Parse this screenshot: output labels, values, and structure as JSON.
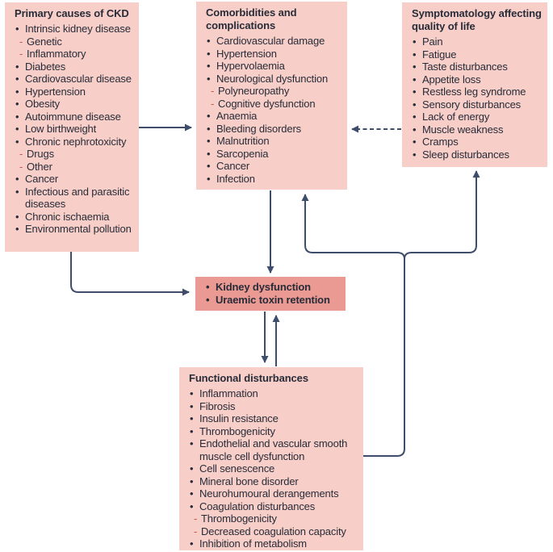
{
  "figure": {
    "colors": {
      "background": "#ffffff",
      "box_fill": "#f8cec8",
      "highlight_box_fill": "#eb9a93",
      "text": "#272c39",
      "arrow": "#3e4d6b",
      "sub_dash": "#c05a52"
    },
    "boxes": {
      "primary_causes": {
        "title": "Primary causes of CKD",
        "items": [
          {
            "text": "Intrinsic kidney disease",
            "level": 1
          },
          {
            "text": "Genetic",
            "level": 2
          },
          {
            "text": "Inflammatory",
            "level": 2
          },
          {
            "text": "Diabetes",
            "level": 1
          },
          {
            "text": "Cardiovascular disease",
            "level": 1
          },
          {
            "text": "Hypertension",
            "level": 1
          },
          {
            "text": "Obesity",
            "level": 1
          },
          {
            "text": "Autoimmune disease",
            "level": 1
          },
          {
            "text": "Low birthweight",
            "level": 1
          },
          {
            "text": "Chronic nephrotoxicity",
            "level": 1
          },
          {
            "text": "Drugs",
            "level": 2
          },
          {
            "text": "Other",
            "level": 2
          },
          {
            "text": "Cancer",
            "level": 1
          },
          {
            "text": "Infectious and parasitic diseases",
            "level": 1
          },
          {
            "text": "Chronic ischaemia",
            "level": 1
          },
          {
            "text": "Environmental pollution",
            "level": 1
          }
        ]
      },
      "comorbidities": {
        "title": "Comorbidities and complications",
        "items": [
          {
            "text": "Cardiovascular damage",
            "level": 1
          },
          {
            "text": "Hypertension",
            "level": 1
          },
          {
            "text": "Hypervolaemia",
            "level": 1
          },
          {
            "text": "Neurological dysfunction",
            "level": 1
          },
          {
            "text": "Polyneuropathy",
            "level": 2
          },
          {
            "text": "Cognitive dysfunction",
            "level": 2
          },
          {
            "text": "Anaemia",
            "level": 1
          },
          {
            "text": "Bleeding disorders",
            "level": 1
          },
          {
            "text": "Malnutrition",
            "level": 1
          },
          {
            "text": "Sarcopenia",
            "level": 1
          },
          {
            "text": "Cancer",
            "level": 1
          },
          {
            "text": "Infection",
            "level": 1
          }
        ]
      },
      "symptomatology": {
        "title": "Symptomatology affecting quality of life",
        "items": [
          {
            "text": "Pain",
            "level": 1
          },
          {
            "text": "Fatigue",
            "level": 1
          },
          {
            "text": "Taste disturbances",
            "level": 1
          },
          {
            "text": "Appetite loss",
            "level": 1
          },
          {
            "text": "Restless leg syndrome",
            "level": 1
          },
          {
            "text": "Sensory disturbances",
            "level": 1
          },
          {
            "text": "Lack of energy",
            "level": 1
          },
          {
            "text": "Muscle weakness",
            "level": 1
          },
          {
            "text": "Cramps",
            "level": 1
          },
          {
            "text": "Sleep disturbances",
            "level": 1
          }
        ]
      },
      "kidney": {
        "items": [
          {
            "text": "Kidney dysfunction",
            "level": 1
          },
          {
            "text": "Uraemic toxin retention",
            "level": 1
          }
        ]
      },
      "functional": {
        "title": "Functional disturbances",
        "items": [
          {
            "text": "Inflammation",
            "level": 1
          },
          {
            "text": "Fibrosis",
            "level": 1
          },
          {
            "text": "Insulin resistance",
            "level": 1
          },
          {
            "text": "Thrombogenicity",
            "level": 1
          },
          {
            "text": "Endothelial and vascular smooth muscle cell dysfunction",
            "level": 1
          },
          {
            "text": "Cell senescence",
            "level": 1
          },
          {
            "text": "Mineral bone disorder",
            "level": 1
          },
          {
            "text": "Neurohumoural derangements",
            "level": 1
          },
          {
            "text": "Coagulation disturbances",
            "level": 1
          },
          {
            "text": "Thrombogenicity",
            "level": 2
          },
          {
            "text": "Decreased coagulation capacity",
            "level": 2
          },
          {
            "text": "Inhibition of metabolism",
            "level": 1
          }
        ]
      }
    },
    "connections": [
      {
        "from": "primary-causes",
        "to": "comorbidities",
        "style": "solid"
      },
      {
        "from": "symptomatology",
        "to": "comorbidities",
        "style": "dashed"
      },
      {
        "from": "primary-causes",
        "to": "kidney-dysfunction",
        "style": "solid"
      },
      {
        "from": "comorbidities",
        "to": "kidney-dysfunction",
        "style": "solid"
      },
      {
        "from": "kidney-dysfunction",
        "to": "functional-disturbances",
        "style": "solid"
      },
      {
        "from": "functional-disturbances",
        "to": "kidney-dysfunction",
        "style": "solid"
      },
      {
        "from": "functional-disturbances",
        "to": "comorbidities",
        "style": "solid"
      },
      {
        "from": "functional-disturbances",
        "to": "symptomatology",
        "style": "solid"
      }
    ]
  }
}
